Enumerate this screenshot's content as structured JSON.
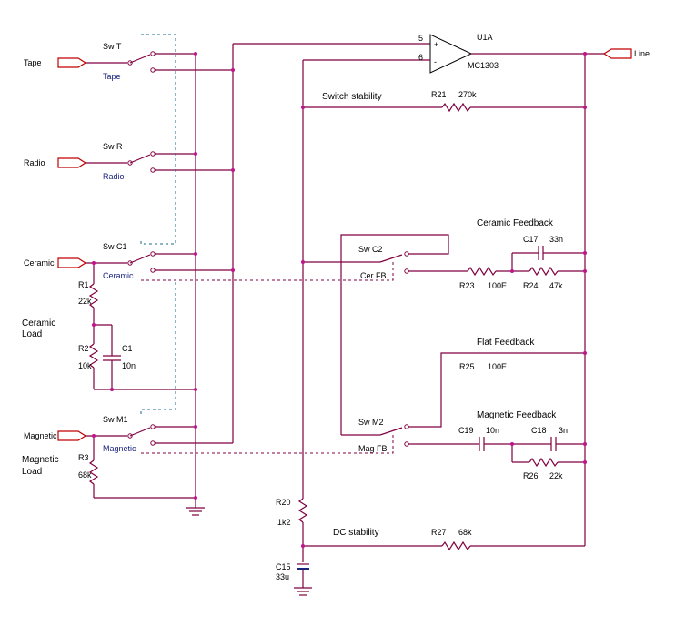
{
  "inputs": {
    "tape": "Tape",
    "radio": "Radio",
    "ceramic": "Ceramic",
    "magnetic": "Magnetic"
  },
  "output": "Line",
  "opamp": {
    "ref": "U1A",
    "part": "MC1303",
    "pin_plus": "5",
    "pin_minus": "6",
    "plus": "+",
    "minus": "-"
  },
  "switches": {
    "swt": {
      "name": "Sw T",
      "pos": "Tape"
    },
    "swr": {
      "name": "Sw R",
      "pos": "Radio"
    },
    "swc1": {
      "name": "Sw C1",
      "pos": "Ceramic"
    },
    "swm1": {
      "name": "Sw M1",
      "pos": "Magnetic"
    },
    "swc2": {
      "name": "Sw C2",
      "pos": "Cer FB"
    },
    "swm2": {
      "name": "Sw M2",
      "pos": "Mag FB"
    }
  },
  "components": {
    "r1": {
      "ref": "R1",
      "val": "22k"
    },
    "r2": {
      "ref": "R2",
      "val": "10k"
    },
    "c1": {
      "ref": "C1",
      "val": "10n"
    },
    "r3": {
      "ref": "R3",
      "val": "68k"
    },
    "r21": {
      "ref": "R21",
      "val": "270k"
    },
    "c17": {
      "ref": "C17",
      "val": "33n"
    },
    "r23": {
      "ref": "R23",
      "val": "100E"
    },
    "r24": {
      "ref": "R24",
      "val": "47k"
    },
    "r25": {
      "ref": "R25",
      "val": "100E"
    },
    "c19": {
      "ref": "C19",
      "val": "10n"
    },
    "c18": {
      "ref": "C18",
      "val": "3n"
    },
    "r26": {
      "ref": "R26",
      "val": "22k"
    },
    "r20": {
      "ref": "R20",
      "val": "1k2"
    },
    "c15": {
      "ref": "C15",
      "val": "33u"
    },
    "r27": {
      "ref": "R27",
      "val": "68k"
    }
  },
  "sections": {
    "switch_stability": "Switch stability",
    "ceramic_feedback": "Ceramic Feedback",
    "flat_feedback": "Flat Feedback",
    "magnetic_feedback": "Magnetic Feedback",
    "dc_stability": "DC stability",
    "ceramic_load_1": "Ceramic",
    "ceramic_load_2": "Load",
    "magnetic_load_1": "Magnetic",
    "magnetic_load_2": "Load"
  }
}
